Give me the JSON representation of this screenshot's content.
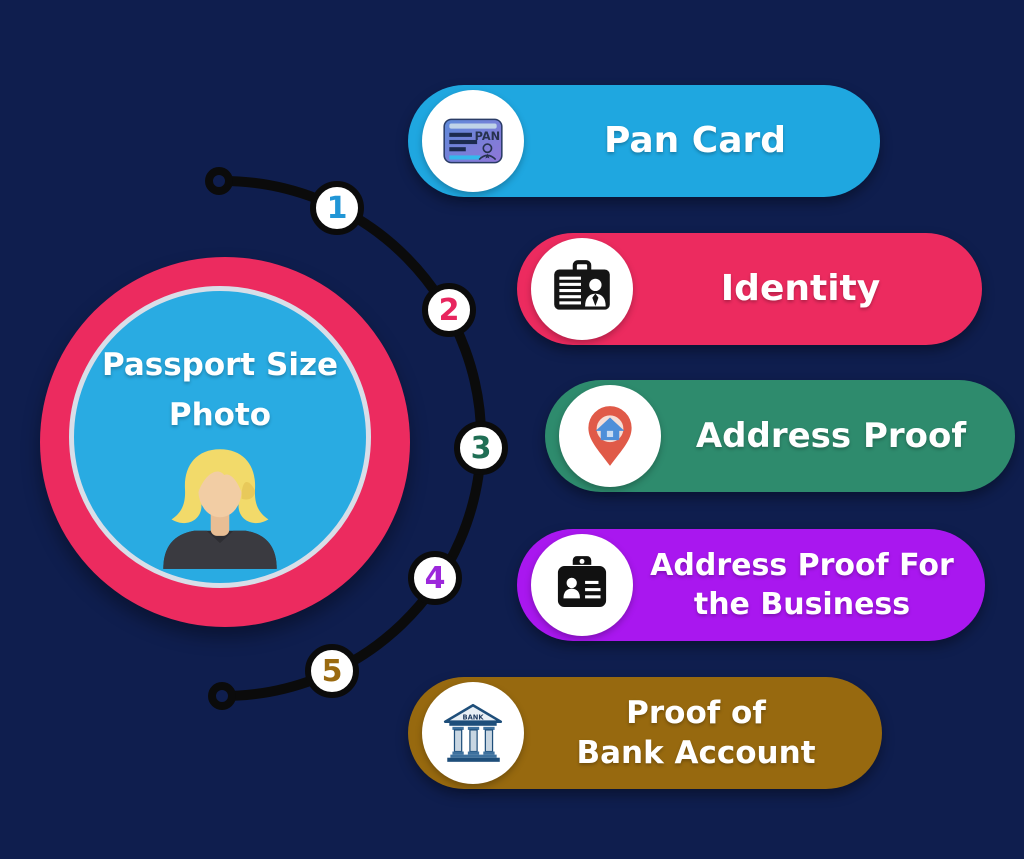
{
  "canvas": {
    "background": "#0F1E4E"
  },
  "center_badge": {
    "line1": "Passport Size",
    "line2": "Photo",
    "ring_color": "#EC2B5F",
    "fill_color": "#29ABE2",
    "avatar_icon": "woman-passport-photo-avatar"
  },
  "connector": {
    "line_color": "#0B0B0B"
  },
  "steps": [
    {
      "number": "1",
      "number_color": "#2196D6",
      "pill_color": "#1FA7E0",
      "icon": "pan-card-icon",
      "label1": "Pan Card"
    },
    {
      "number": "2",
      "number_color": "#E7255E",
      "pill_color": "#EC2B5F",
      "icon": "identity-card-icon",
      "label1": "Identity"
    },
    {
      "number": "3",
      "number_color": "#1F6E54",
      "pill_color": "#2E8B6D",
      "icon": "address-location-pin-icon",
      "label1": "Address Proof"
    },
    {
      "number": "4",
      "number_color": "#9C27DB",
      "pill_color": "#A917EF",
      "icon": "business-clipboard-icon",
      "label1": "Address Proof For",
      "label2": "the Business"
    },
    {
      "number": "5",
      "number_color": "#9A6A10",
      "pill_color": "#97690F",
      "icon": "bank-building-icon",
      "label1": "Proof of",
      "label2": "Bank Account"
    }
  ]
}
